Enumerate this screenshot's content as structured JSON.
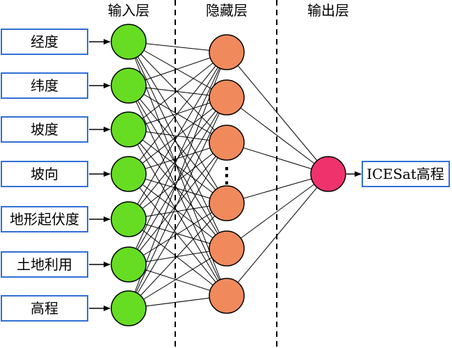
{
  "layers": {
    "input_title": "输入层",
    "hidden_title": "隐藏层",
    "output_title": "输出层"
  },
  "inputs": [
    "经度",
    "纬度",
    "坡度",
    "坡向",
    "地形起伏度",
    "土地利用",
    "高程"
  ],
  "hidden": {
    "visible_nodes": 6,
    "ellipsis": "⋮"
  },
  "output": {
    "label": "ICESat高程"
  },
  "colors": {
    "input_node": "#66dd22",
    "hidden_node": "#f08a5d",
    "output_node": "#f0326c",
    "box_border": "#2f6fd6",
    "line": "#000000"
  }
}
